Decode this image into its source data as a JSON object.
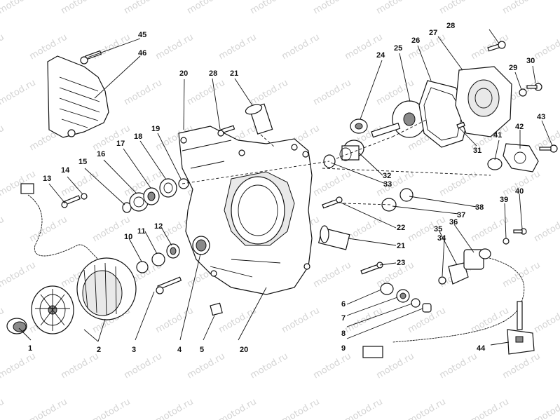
{
  "watermark": "motod.ru",
  "callouts": [
    "1",
    "2",
    "3",
    "4",
    "5",
    "6",
    "7",
    "8",
    "9",
    "10",
    "11",
    "12",
    "13",
    "14",
    "15",
    "16",
    "17",
    "18",
    "19",
    "20",
    "21",
    "22",
    "23",
    "24",
    "25",
    "26",
    "27",
    "28",
    "29",
    "30",
    "31",
    "32",
    "33",
    "34",
    "35",
    "36",
    "37",
    "38",
    "39",
    "40",
    "41",
    "42",
    "43",
    "44",
    "45",
    "46"
  ]
}
